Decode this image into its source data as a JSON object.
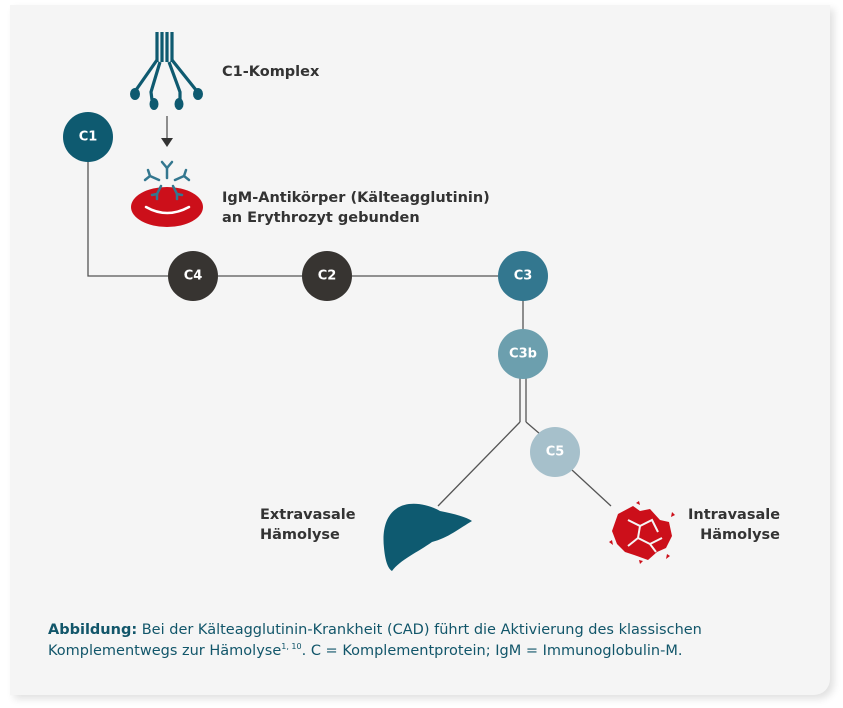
{
  "colors": {
    "teal_dark": "#0e5a70",
    "teal_mid": "#33778f",
    "teal_light": "#6c9fae",
    "teal_pale": "#a6c0cb",
    "charcoal": "#373431",
    "red": "#cc0f1a",
    "line": "#555555",
    "caption": "#12566a"
  },
  "labels": {
    "c1_complex": "C1-Komplex",
    "igm_line1": "IgM-Antikörper (Kälteagglutinin)",
    "igm_line2": "an Erythrozyt gebunden",
    "extravascular_line1": "Extravasale",
    "extravascular_line2": "Hämolyse",
    "intravascular_line1": "Intravasale",
    "intravascular_line2": "Hämolyse"
  },
  "nodes": [
    {
      "id": "C1",
      "label": "C1"
    },
    {
      "id": "C4",
      "label": "C4"
    },
    {
      "id": "C2",
      "label": "C2"
    },
    {
      "id": "C3",
      "label": "C3"
    },
    {
      "id": "C3b",
      "label": "C3b"
    },
    {
      "id": "C5",
      "label": "C5"
    }
  ],
  "caption": {
    "bold": "Abbildung:",
    "text1": " Bei der Kälteagglutinin-Krankheit (CAD) führt die Aktivierung des klassischen Komplementwegs zur Hämolyse",
    "refs": "1, 10",
    "text2": ". C = Komplementprotein; IgM = Immunoglobulin-M."
  }
}
